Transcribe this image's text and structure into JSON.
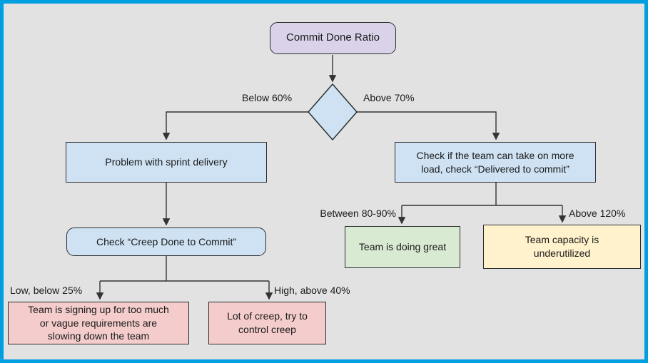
{
  "diagram": {
    "nodes": {
      "root": {
        "label": "Commit Done Ratio"
      },
      "problem": {
        "label": "Problem with sprint delivery"
      },
      "more_load": {
        "label": "Check if the team can take on more\nload, check “Delivered to commit”"
      },
      "creep_check": {
        "label": "Check “Creep Done to Commit”"
      },
      "doing_great": {
        "label": "Team is doing great"
      },
      "underutilized": {
        "label": "Team capacity is\nunderutilized"
      },
      "too_much": {
        "label": "Team is signing up for too much\nor vague requirements are\nslowing down the team"
      },
      "lot_of_creep": {
        "label": "Lot of creep, try to\ncontrol creep"
      }
    },
    "edge_labels": {
      "below_60": "Below 60%",
      "above_70": "Above 70%",
      "between_80_90": "Between 80-90%",
      "above_120": "Above 120%",
      "low_below_25": "Low, below 25%",
      "high_above_40": "High, above 40%"
    },
    "colors": {
      "frame_border": "#009fe0",
      "canvas_bg": "#e2e2e2",
      "node_purple": "#d9d2e9",
      "node_blue": "#cfe2f3",
      "node_green": "#d9ead3",
      "node_yellow": "#fff2cc",
      "node_pink": "#f4cccc",
      "line": "#333333",
      "text": "#1a1a1a"
    }
  }
}
